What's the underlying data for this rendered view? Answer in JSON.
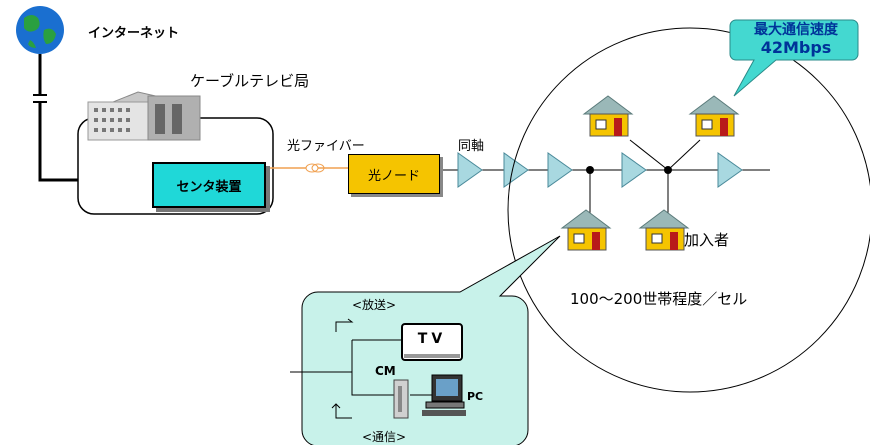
{
  "labels": {
    "internet": "インターネット",
    "cable_station": "ケーブルテレビ局",
    "center_equipment": "センタ装置",
    "fiber": "光ファイバー",
    "optical_node": "光ノード",
    "coax": "同軸",
    "speed_line1": "最大通信速度",
    "speed_line2": "42Mbps",
    "subscriber": "加入者",
    "households": "100～200世帯程度／セル",
    "broadcast": "<放送>",
    "communication": "<通信>",
    "tv": "TV",
    "cm": "CM",
    "pc": "PC"
  },
  "colors": {
    "center_box": "#1fd8d8",
    "optical_node": "#f5c400",
    "amplifier": "#a8d8e0",
    "house_roof": "#9ab8b8",
    "house_wall": "#f5c400",
    "house_door": "#b81a1a",
    "callout": "#44d8d0",
    "home_bubble": "#c8f2ea",
    "fiber_line": "#f0a050"
  },
  "icons": [
    "globe-icon",
    "building-icon",
    "fiber-coil-icon",
    "amplifier-icon",
    "house-icon",
    "tv-icon",
    "cable-modem-icon",
    "pc-icon"
  ]
}
